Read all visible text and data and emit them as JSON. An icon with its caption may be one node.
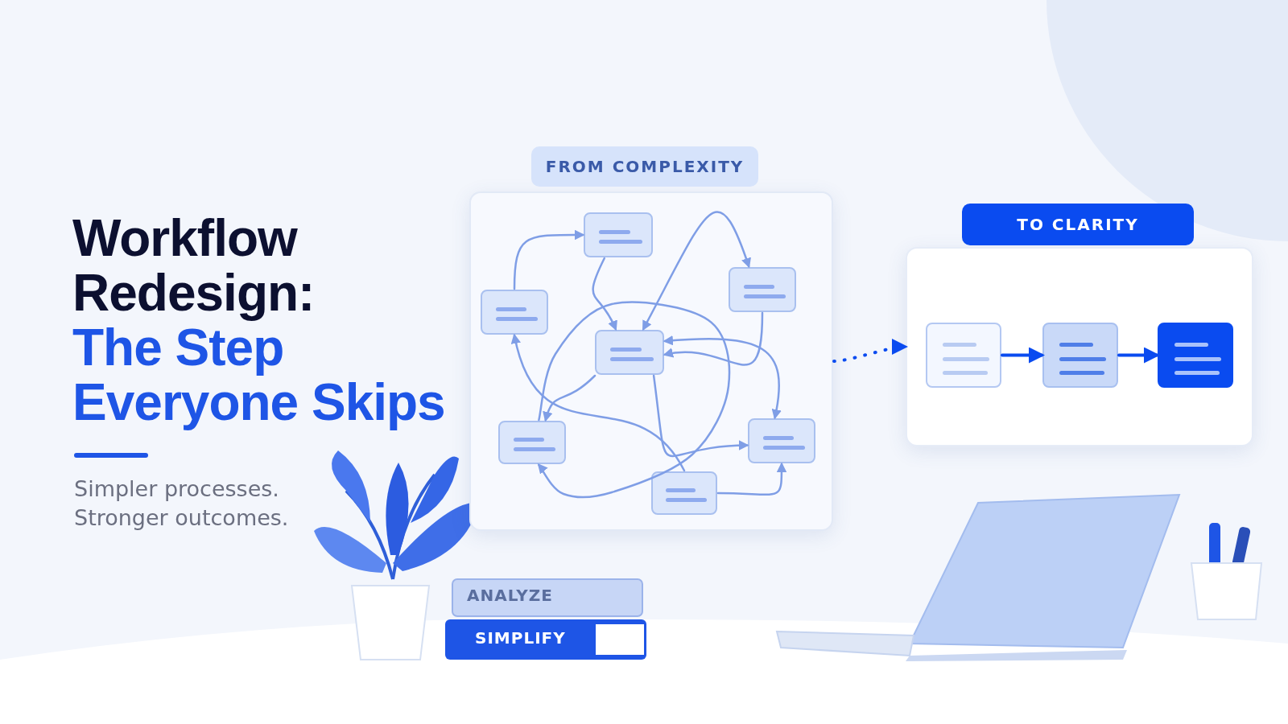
{
  "diagram": {
    "title": "Workflow Redesign:",
    "nodes": [
      {
        "text": [
          "FROM COMPLEXITY"
        ]
      },
      {
        "text": [],
        "shape": "box",
        "in": 0
      },
      {
        "text": [],
        "shape": "box",
        "in": 0
      },
      {
        "text": [],
        "shape": "box",
        "in": 0
      },
      {
        "text": [],
        "shape": "box",
        "in": 0
      },
      {
        "text": [],
        "shape": "box",
        "in": 0
      },
      {
        "text": [],
        "shape": "box",
        "in": 0
      },
      {
        "text": [],
        "shape": "box",
        "in": 0
      },
      {
        "text": [
          "TO CLARITY"
        ]
      },
      {
        "text": [],
        "shape": "box",
        "in": 8
      },
      {
        "text": [],
        "shape": "box",
        "in": 8
      },
      {
        "text": [],
        "shape": "box",
        "in": 8
      }
    ],
    "edges": [
      {
        "from": 3,
        "to": 1,
        "arrow": "to"
      },
      {
        "from": 1,
        "to": 4,
        "arrow": "to"
      },
      {
        "from": 4,
        "to": 2,
        "arrow": "both"
      },
      {
        "from": 2,
        "to": 4,
        "arrow": "to"
      },
      {
        "from": 4,
        "to": 6,
        "arrow": "to"
      },
      {
        "from": 4,
        "to": 6,
        "arrow": "both"
      },
      {
        "from": 4,
        "to": 5,
        "arrow": "to"
      },
      {
        "from": 5,
        "to": 5,
        "arrow": "to"
      },
      {
        "from": 7,
        "to": 3,
        "arrow": "to"
      },
      {
        "from": 7,
        "to": 6,
        "arrow": "to"
      },
      {
        "from": 0,
        "to": 8,
        "arrow": "to",
        "style": "dashed",
        "color": "#0a4bf0"
      },
      {
        "from": 9,
        "to": 10,
        "arrow": "to",
        "color": "#0a4bf0"
      },
      {
        "from": 10,
        "to": 11,
        "arrow": "to",
        "color": "#0a4bf0"
      }
    ],
    "labels": [
      "The Step Everyone Skips",
      "Simpler processes. Stronger outcomes.",
      "ANALYZE",
      "SIMPLIFY"
    ]
  }
}
